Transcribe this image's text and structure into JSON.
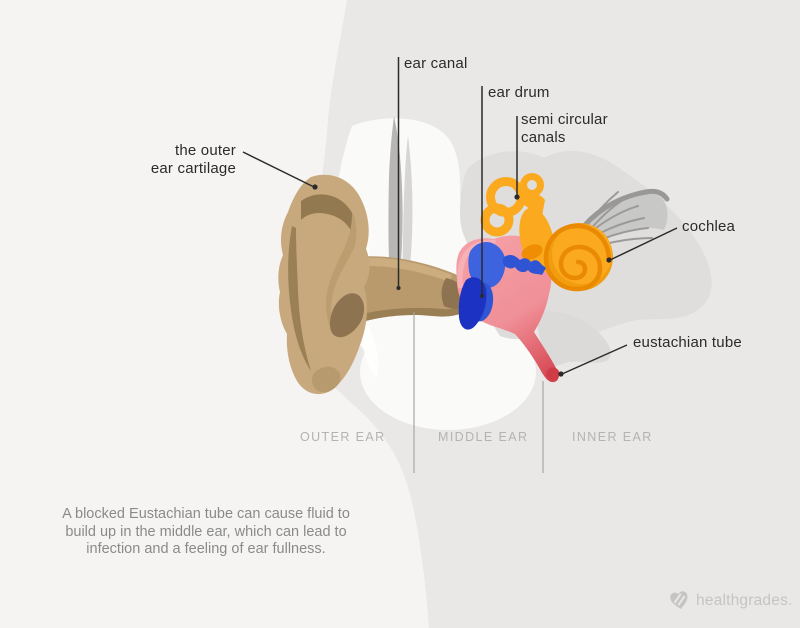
{
  "diagram": {
    "callouts": {
      "outer_cartilage": {
        "lines": [
          "the outer",
          "ear cartilage"
        ]
      },
      "ear_canal": {
        "label": "ear canal"
      },
      "ear_drum": {
        "label": "ear drum"
      },
      "semi_circular_canals": {
        "lines": [
          "semi circular",
          "canals"
        ]
      },
      "cochlea": {
        "label": "cochlea"
      },
      "eustachian_tube": {
        "label": "eustachian tube"
      }
    },
    "regions": {
      "outer": "OUTER EAR",
      "middle": "MIDDLE EAR",
      "inner": "INNER EAR"
    }
  },
  "caption": {
    "lines": [
      "A blocked Eustachian tube can cause fluid to",
      "build up in the middle ear, which can lead to",
      "infection and a feeling of ear fullness."
    ]
  },
  "branding": {
    "logo_icon": "heart-check-icon",
    "name": "healthgrades."
  },
  "colors": {
    "background": "#f5f4f3",
    "head": "#e9e8e7",
    "bone_shadow": "#dfdedd",
    "skin_tan": "#c8a97d",
    "tan_shadow": "#93794f",
    "canal_tan": "#b89a6c",
    "middle_ear_pink": "#f3969e",
    "eustachian_red": "#ce3c46",
    "ear_drum_blue": "#1b32c2",
    "ossicle_blue": "#2f55d4",
    "ossicle_blue_light": "#3d63de",
    "inner_ear_orange": "#fbaa1f",
    "orange_dark": "#ef8e04",
    "pointer_black": "#2b2b2b",
    "region_gray": "#b5b3b1",
    "caption_gray": "#8a8a8a",
    "logo_gray": "#c5c4c3"
  }
}
